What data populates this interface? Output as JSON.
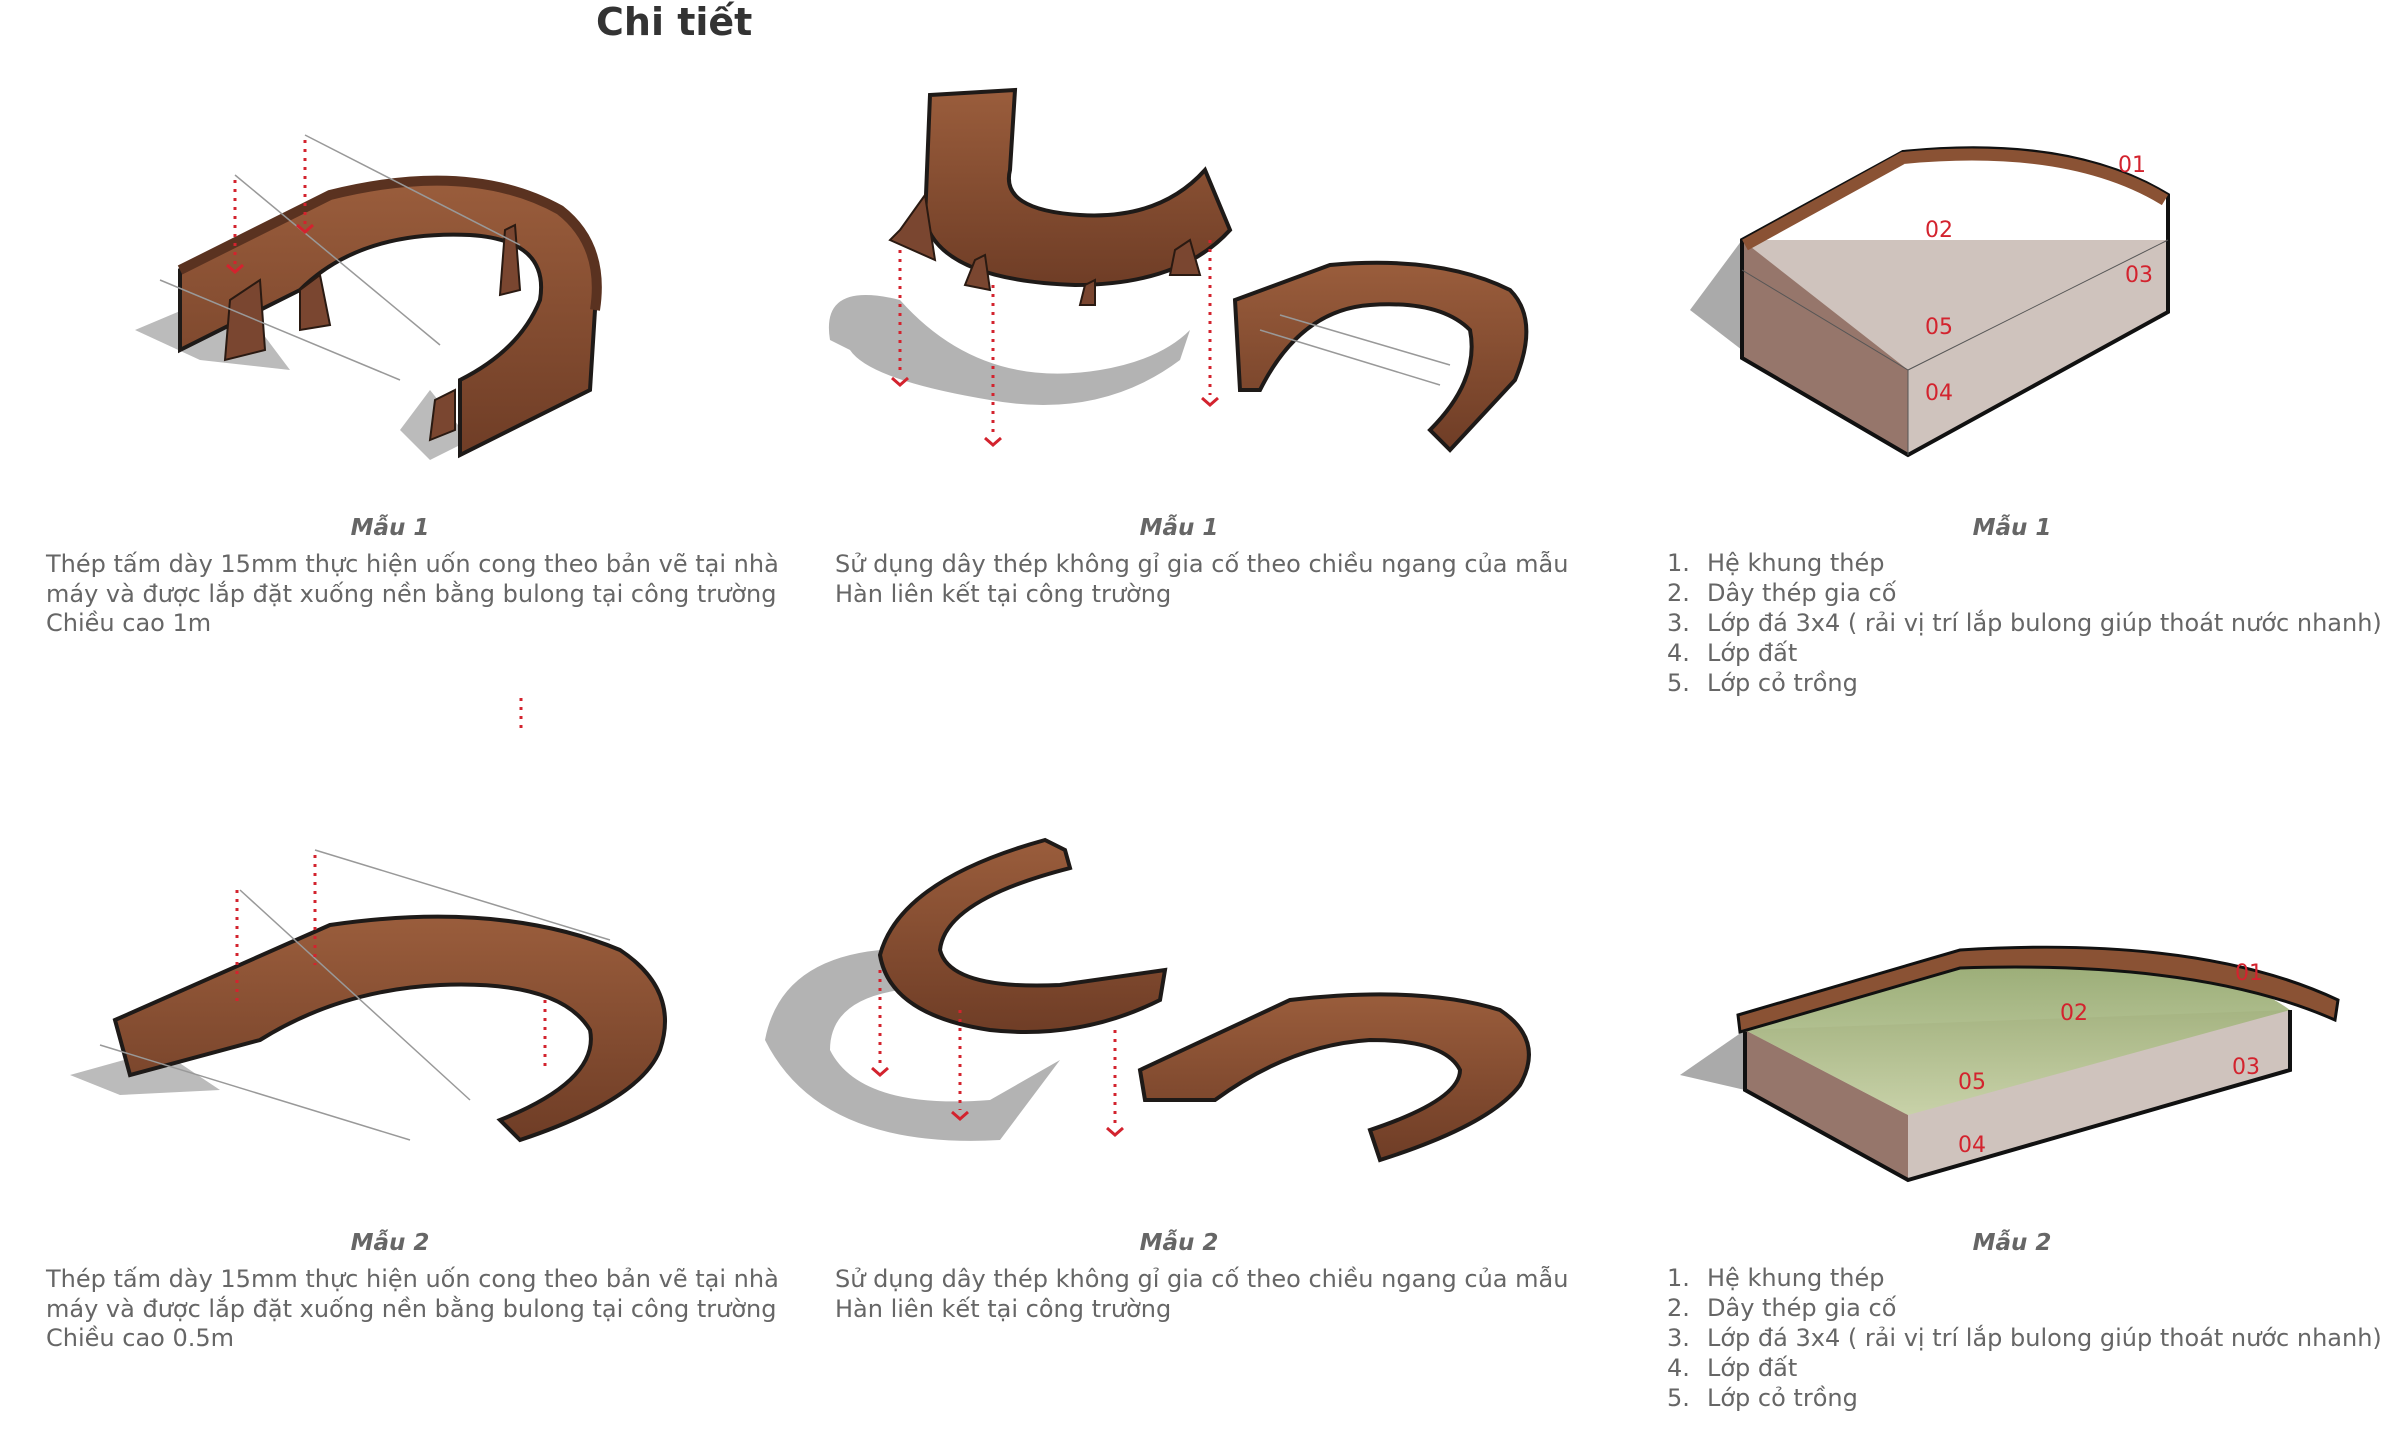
{
  "title": "Chi tiết",
  "row1": {
    "col1": {
      "caption": "Mẫu 1",
      "lines": [
        "Thép tấm dày 15mm thực hiện uốn cong theo bản vẽ tại nhà",
        "máy và được lắp đặt xuống nền bằng bulong tại công trường",
        "Chiều cao 1m"
      ]
    },
    "col2": {
      "caption": "Mẫu 1",
      "lines": [
        "Sử dụng dây thép không gỉ gia cố theo chiều ngang của mẫu",
        "Hàn liên kết tại công trường"
      ]
    },
    "col3": {
      "caption": "Mẫu 1",
      "items": [
        {
          "num": "1.",
          "text": "Hệ khung thép"
        },
        {
          "num": "2.",
          "text": "Dây thép gia cố"
        },
        {
          "num": "3.",
          "text": "Lớp đá 3x4 ( rải vị trí lắp bulong giúp thoát nước nhanh)"
        },
        {
          "num": "4.",
          "text": "Lớp đất"
        },
        {
          "num": "5.",
          "text": "Lớp cỏ trồng"
        }
      ],
      "labels": [
        "01",
        "02",
        "03",
        "04",
        "05"
      ]
    }
  },
  "row2": {
    "col1": {
      "caption": "Mẫu 2",
      "lines": [
        "Thép tấm dày 15mm thực hiện uốn cong theo bản vẽ tại nhà",
        "máy và được lắp đặt xuống nền bằng bulong tại công trường",
        "Chiều cao 0.5m"
      ]
    },
    "col2": {
      "caption": "Mẫu 2",
      "lines": [
        "Sử dụng dây thép không gỉ gia cố theo chiều ngang của mẫu",
        "Hàn liên kết tại công trường"
      ]
    },
    "col3": {
      "caption": "Mẫu 2",
      "items": [
        {
          "num": "1.",
          "text": "Hệ khung thép"
        },
        {
          "num": "2.",
          "text": "Dây thép gia cố"
        },
        {
          "num": "3.",
          "text": "Lớp đá 3x4 ( rải vị trí lắp bulong giúp thoát nước nhanh)"
        },
        {
          "num": "4.",
          "text": "Lớp đất"
        },
        {
          "num": "5.",
          "text": "Lớp cỏ trồng"
        }
      ],
      "labels": [
        "01",
        "02",
        "03",
        "04",
        "05"
      ]
    }
  },
  "colors": {
    "rust": "#8a5234",
    "outline": "#1e1a18",
    "shadow": "#b9b9b9",
    "marker": "#d3232e",
    "grass": "#9fb27a",
    "soil": "#8f6e62",
    "ground": "#cfc3bd"
  }
}
